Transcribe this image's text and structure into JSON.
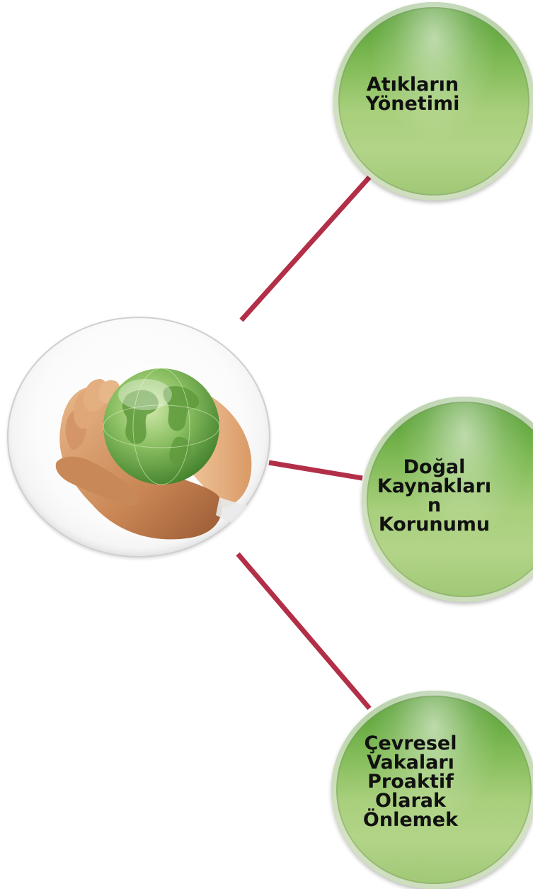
{
  "diagram": {
    "center": {
      "image": "hands-holding-green-globe"
    },
    "nodes": [
      {
        "label": "Atıkların\nYönetimi"
      },
      {
        "label": "Doğal\nKaynakları\nn\nKorunumu"
      },
      {
        "label": "Çevresel\nVakaları\nProaktif\nOlarak\nÖnlemek"
      }
    ]
  },
  "colors": {
    "connector": "#b22f47",
    "node_green": "#8cc063",
    "globe_green": "#6aa845",
    "skin": "#d89e6f"
  }
}
